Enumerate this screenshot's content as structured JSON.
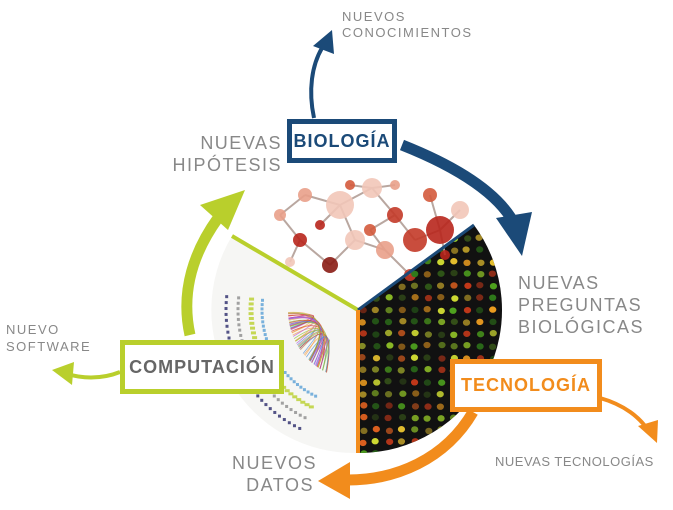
{
  "boxes": {
    "biologia": "BIOLOGÍA",
    "tecnologia": "TECNOLOGÍA",
    "computacion": "COMPUTACIÓN"
  },
  "labels": {
    "nuevos_conocimientos": "NUEVOS\nCONOCIMIENTOS",
    "nuevas_hipotesis": "NUEVAS\nHIPÓTESIS",
    "nuevas_preguntas": "NUEVAS\nPREGUNTAS\nBIOLÓGICAS",
    "nuevo_software": "NUEVO\nSOFTWARE",
    "nuevas_tecnologias": "NUEVAS TECNOLOGÍAS",
    "nuevos_datos": "NUEVOS\nDATOS"
  },
  "colors": {
    "biologia": "#1b4a78",
    "tecnologia": "#f28c1c",
    "computacion": "#b9cf2c",
    "label_gray": "#888888",
    "wedge_dark": "#111111",
    "wedge_light": "#f4f4f4"
  }
}
